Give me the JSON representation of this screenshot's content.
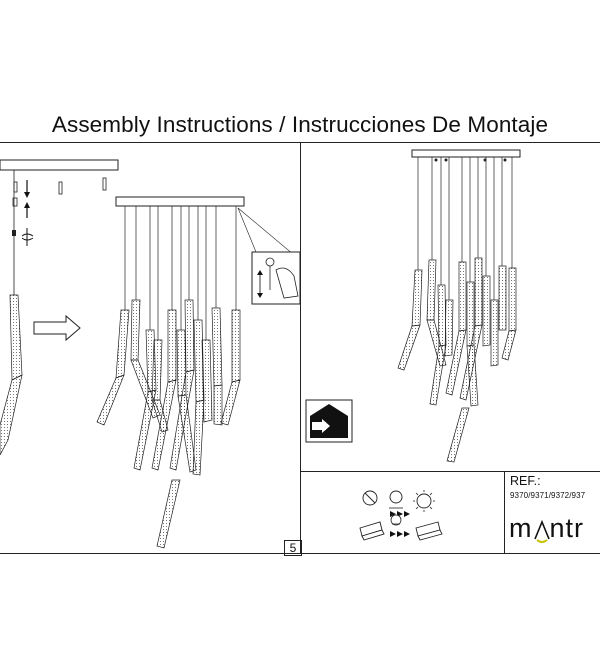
{
  "header": {
    "title": "Assembly Instructions / Instrucciones De Montaje"
  },
  "panel_left": {
    "step_number": "5"
  },
  "title_block": {
    "ref_label": "REF.:",
    "ref_codes": "9370/9371/9372/937",
    "brand_name": "mAntr"
  },
  "icons": {
    "arrow": "hollow-right-arrow-icon",
    "adjust": "cable-adjust-icon",
    "hand": "hand-push-icon",
    "indoor": "indoor-use-house-icon",
    "no_dimmer": "no-dimmer-icon",
    "led": "led-icon",
    "sun": "bulb-included-icon",
    "driver": "led-driver-icon"
  },
  "colors": {
    "line": "#222222",
    "brand_accent": "#c8c000"
  }
}
